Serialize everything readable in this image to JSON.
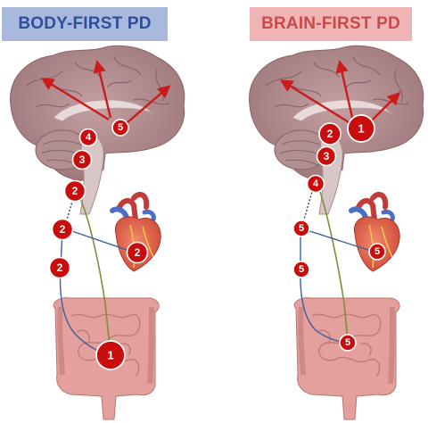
{
  "titles": {
    "left": "BODY-FIRST PD",
    "right": "BRAIN-FIRST PD"
  },
  "colors": {
    "left_title_bg": "#a9b8dd",
    "left_title_text": "#2f4f9a",
    "right_title_bg": "#f0b4b4",
    "right_title_text": "#c94a4a",
    "badge": "#c90d0d",
    "arrow": "#cc1b1b",
    "vagus_nerve": "#7d8f3b",
    "sympathetic_nerve": "#3d5f9e"
  },
  "left_badges": [
    "5",
    "4",
    "3",
    "2",
    "2",
    "2",
    "2",
    "1"
  ],
  "right_badges": [
    "1",
    "2",
    "3",
    "4",
    "5",
    "5",
    "5",
    "5"
  ]
}
